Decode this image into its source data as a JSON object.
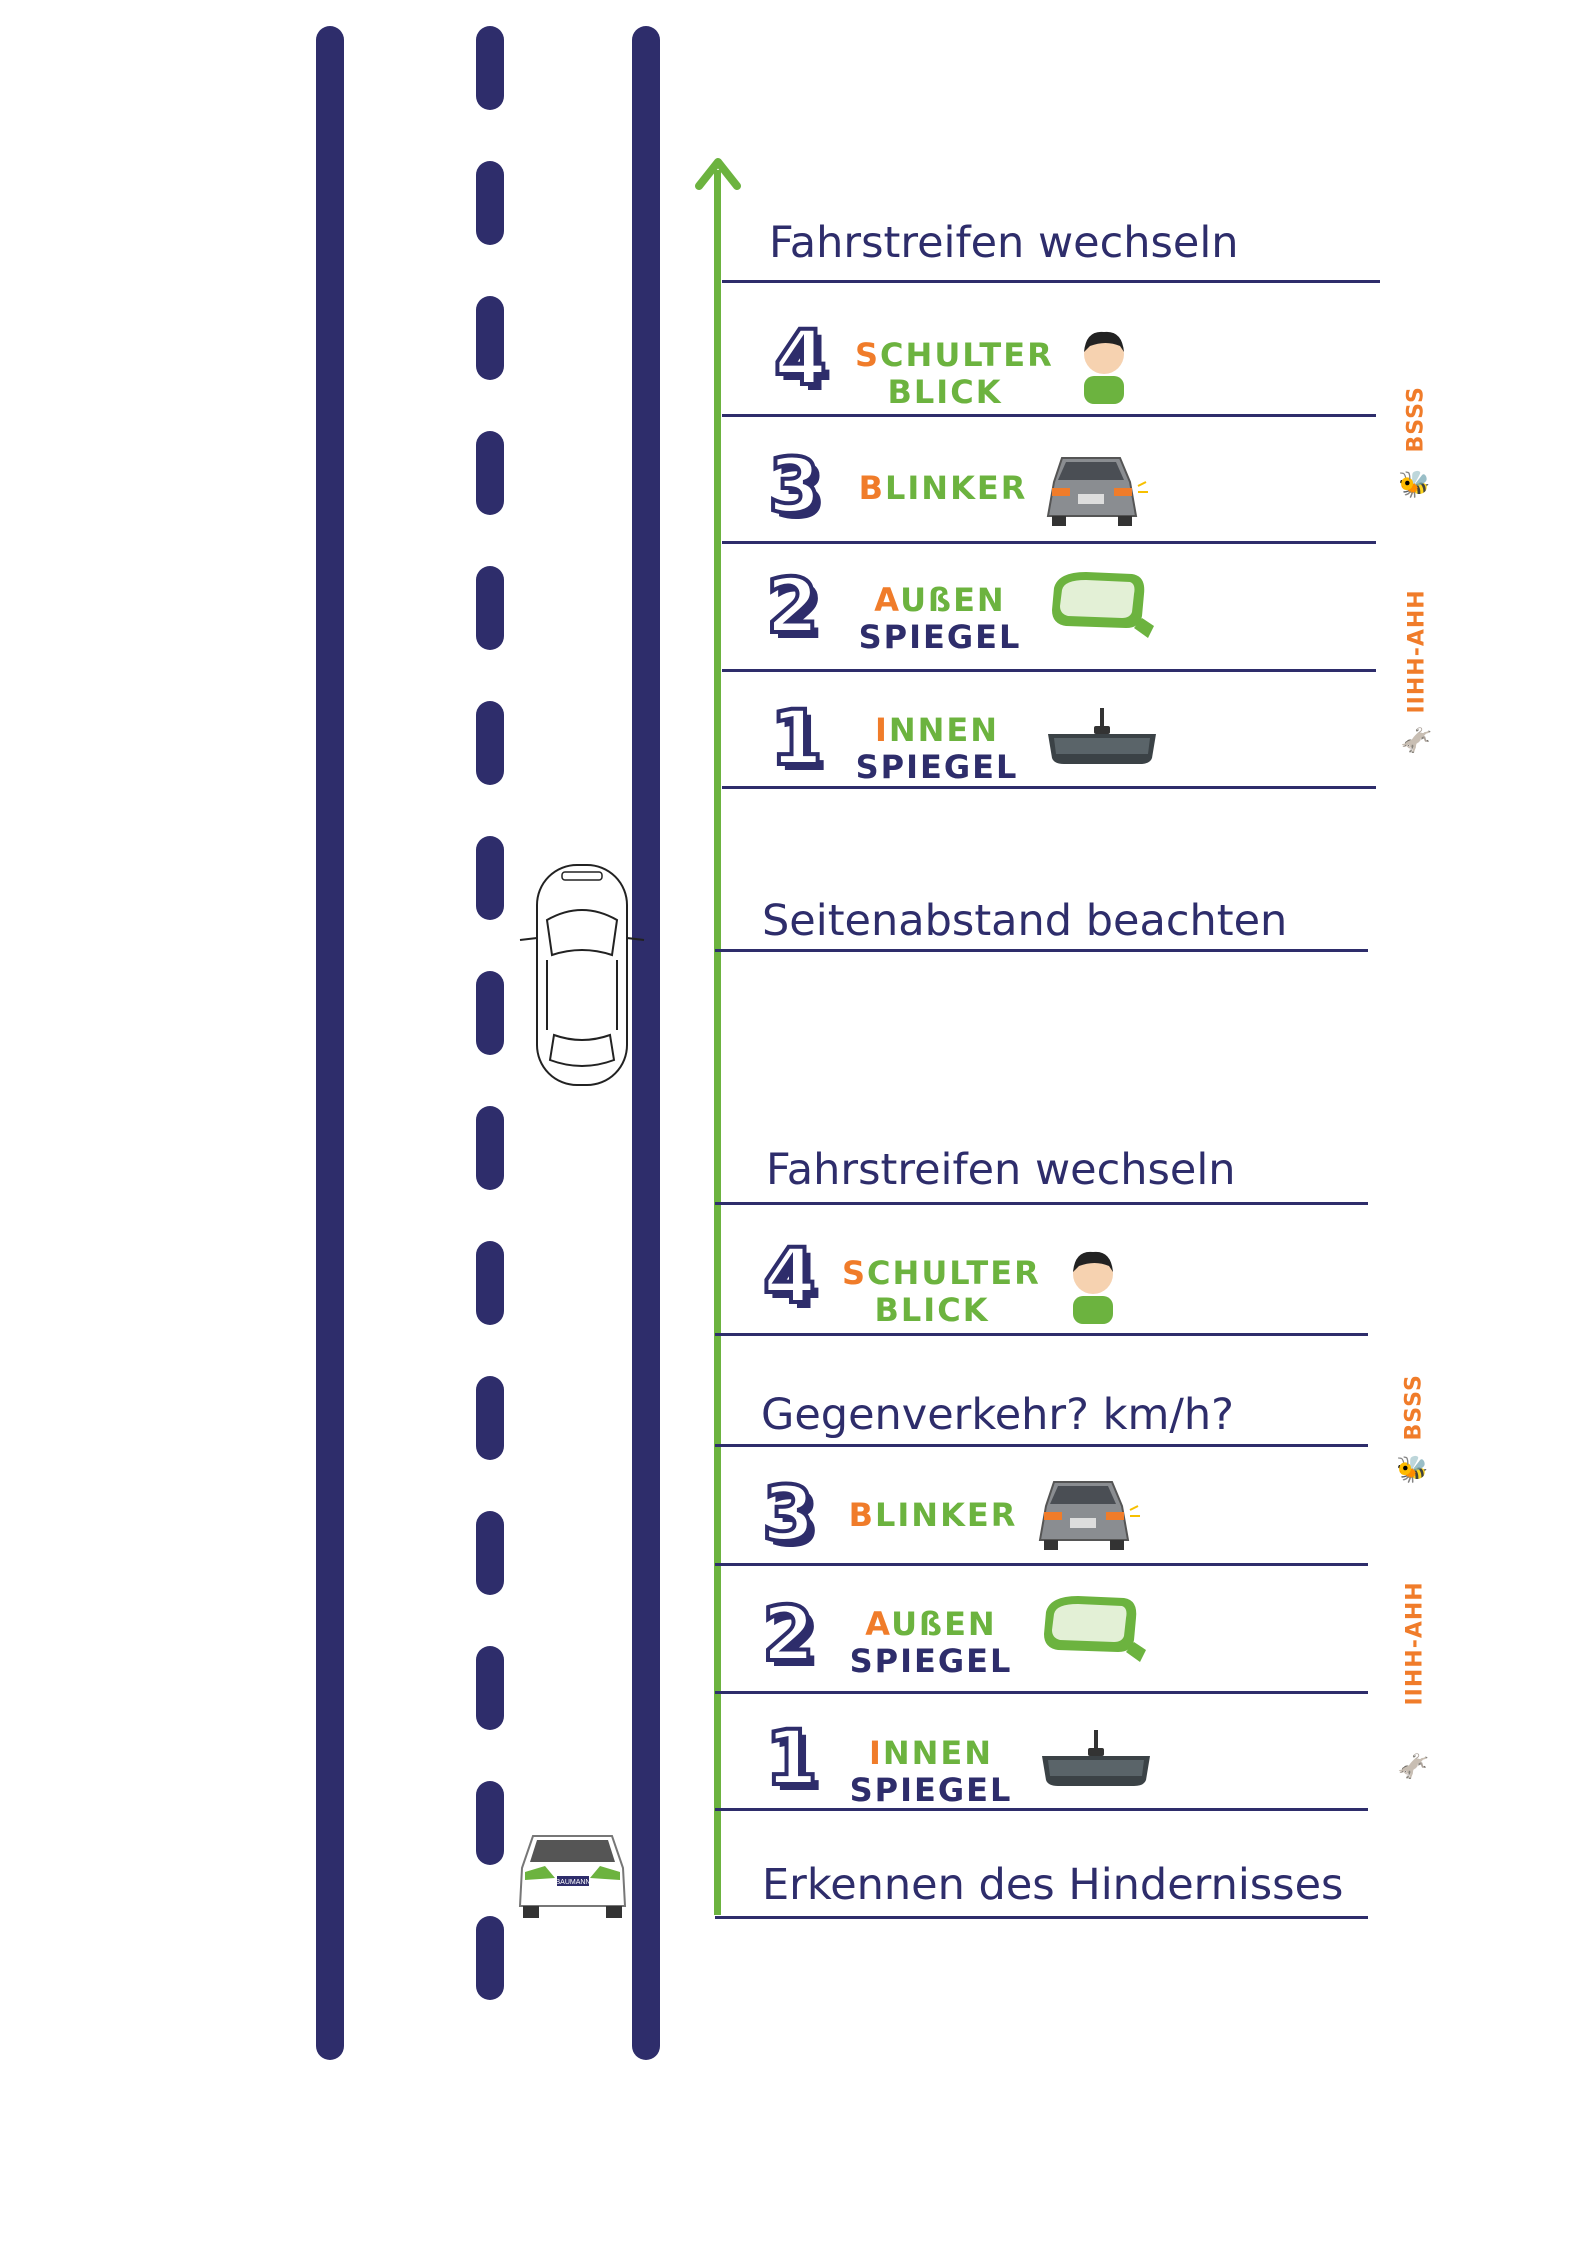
{
  "colors": {
    "road": "#2e2d6b",
    "arrow": "#6cb33f",
    "orange": "#f07c2a",
    "green": "#6cb33f",
    "navy": "#2e2d6b"
  },
  "top": {
    "title": "Fahrstreifen wechseln",
    "steps": [
      {
        "num": "4",
        "w1a": "S",
        "w1b": "CHULTER",
        "w2": "BLICK",
        "icon": "person-icon"
      },
      {
        "num": "3",
        "w1a": "B",
        "w1b": "LINKER",
        "w2": "",
        "icon": "car-blinker-icon"
      },
      {
        "num": "2",
        "w1a": "A",
        "w1b": "UßEN",
        "w2": "SPIEGEL",
        "icon": "side-mirror-icon"
      },
      {
        "num": "1",
        "w1a": "I",
        "w1b": "NNEN",
        "w2": "SPIEGEL",
        "icon": "rear-mirror-icon"
      }
    ],
    "side1": "BSSS",
    "side2": "IIHH-AHH"
  },
  "middle": {
    "label": "Seitenabstand beachten"
  },
  "bottom": {
    "title": "Fahrstreifen wechseln",
    "steps": [
      {
        "num": "4",
        "w1a": "S",
        "w1b": "CHULTER",
        "w2": "BLICK",
        "icon": "person-icon"
      },
      {
        "num": "3",
        "w1a": "B",
        "w1b": "LINKER",
        "w2": "",
        "icon": "car-blinker-icon"
      },
      {
        "num": "2",
        "w1a": "A",
        "w1b": "UßEN",
        "w2": "SPIEGEL",
        "icon": "side-mirror-icon"
      },
      {
        "num": "1",
        "w1a": "I",
        "w1b": "NNEN",
        "w2": "SPIEGEL",
        "icon": "rear-mirror-icon"
      }
    ],
    "oncoming": "Gegenverkehr? km/h?",
    "recognize": "Erkennen des Hindernisses",
    "side1": "BSSS",
    "side2": "IIHH-AHH"
  },
  "car_badge": "BAUMANN"
}
